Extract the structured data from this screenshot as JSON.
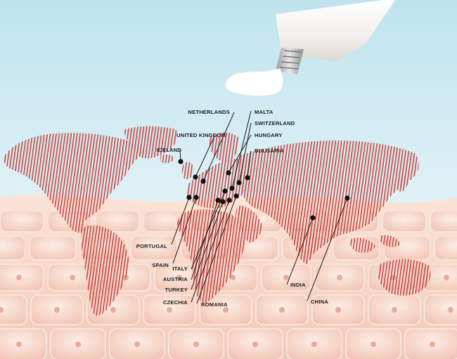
{
  "labels": {
    "netherlands": "NETHERLANDS",
    "malta": "MALTA",
    "switzerland": "SWITZERLAND",
    "united_kingdom": "UNITED KINGDOM",
    "hungary": "HUNGARY",
    "iceland": "ICELAND",
    "bulgaria": "BULGARIA",
    "portugal": "PORTUGAL",
    "spain": "SPAIN",
    "italy": "ITALY",
    "austria": "AUSTRIA",
    "turkey": "TURKEY",
    "czechia": "CZECHIA",
    "romania": "ROMANIA",
    "india": "INDIA",
    "china": "CHINA"
  },
  "colors": {
    "sky": "#cde9f2",
    "map_stripes": "#c5433f",
    "skin_cells": "#f6d3c6",
    "cell_nucleus": "#e79a88",
    "tube": "#f3f1ee",
    "cream": "#ffffff",
    "marker": "#111111"
  },
  "icons": [
    "cream-tube",
    "world-map",
    "skin-cell-layer",
    "location-marker"
  ]
}
